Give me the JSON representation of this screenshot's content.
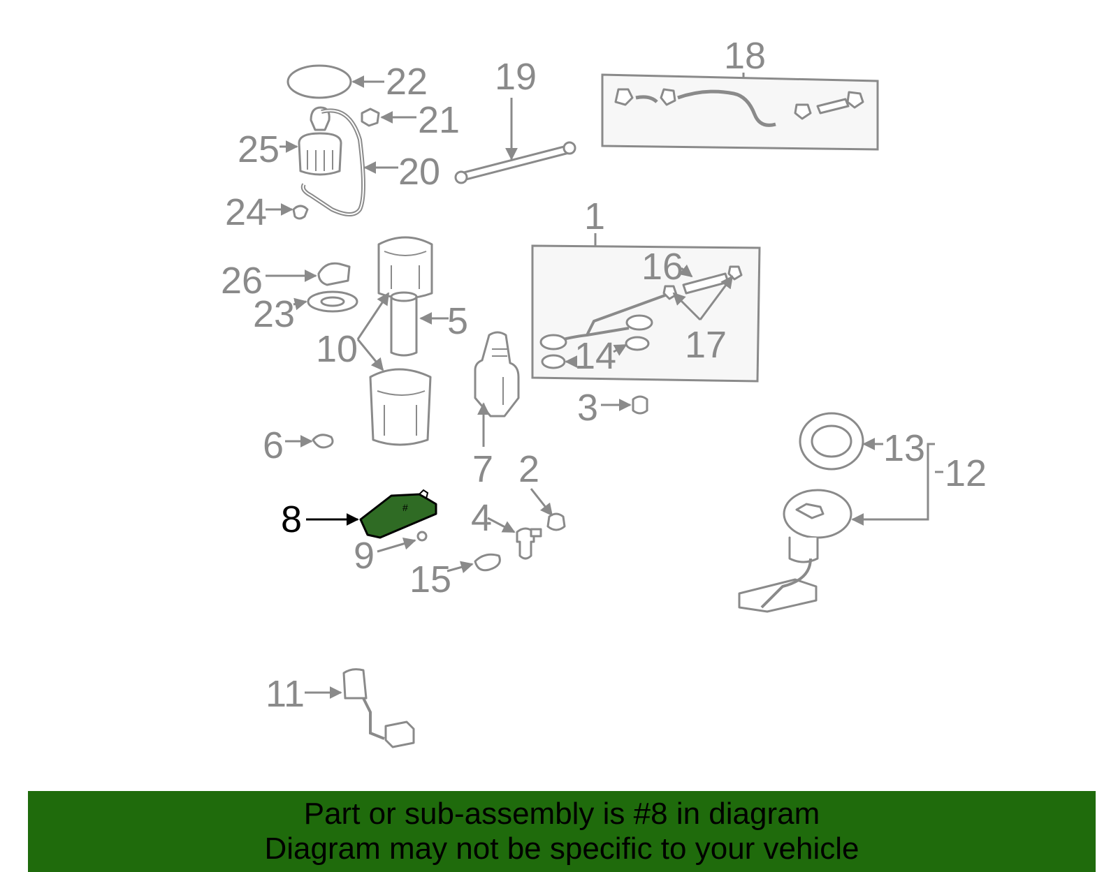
{
  "diagram": {
    "highlight_color": "#2f6b24",
    "callouts": {
      "c1": "1",
      "c2": "2",
      "c3": "3",
      "c4": "4",
      "c5": "5",
      "c6": "6",
      "c7": "7",
      "c8": "8",
      "c9": "9",
      "c10": "10",
      "c11": "11",
      "c12": "12",
      "c13": "13",
      "c14": "14",
      "c15": "15",
      "c16": "16",
      "c17": "17",
      "c18": "18",
      "c19": "19",
      "c20": "20",
      "c21": "21",
      "c22": "22",
      "c23": "23",
      "c24": "24",
      "c25": "25",
      "c26": "26"
    }
  },
  "banner": {
    "background": "#1f6b0c",
    "line1": "Part or sub-assembly is #8 in diagram",
    "line2": "Diagram may not be specific to your vehicle"
  }
}
